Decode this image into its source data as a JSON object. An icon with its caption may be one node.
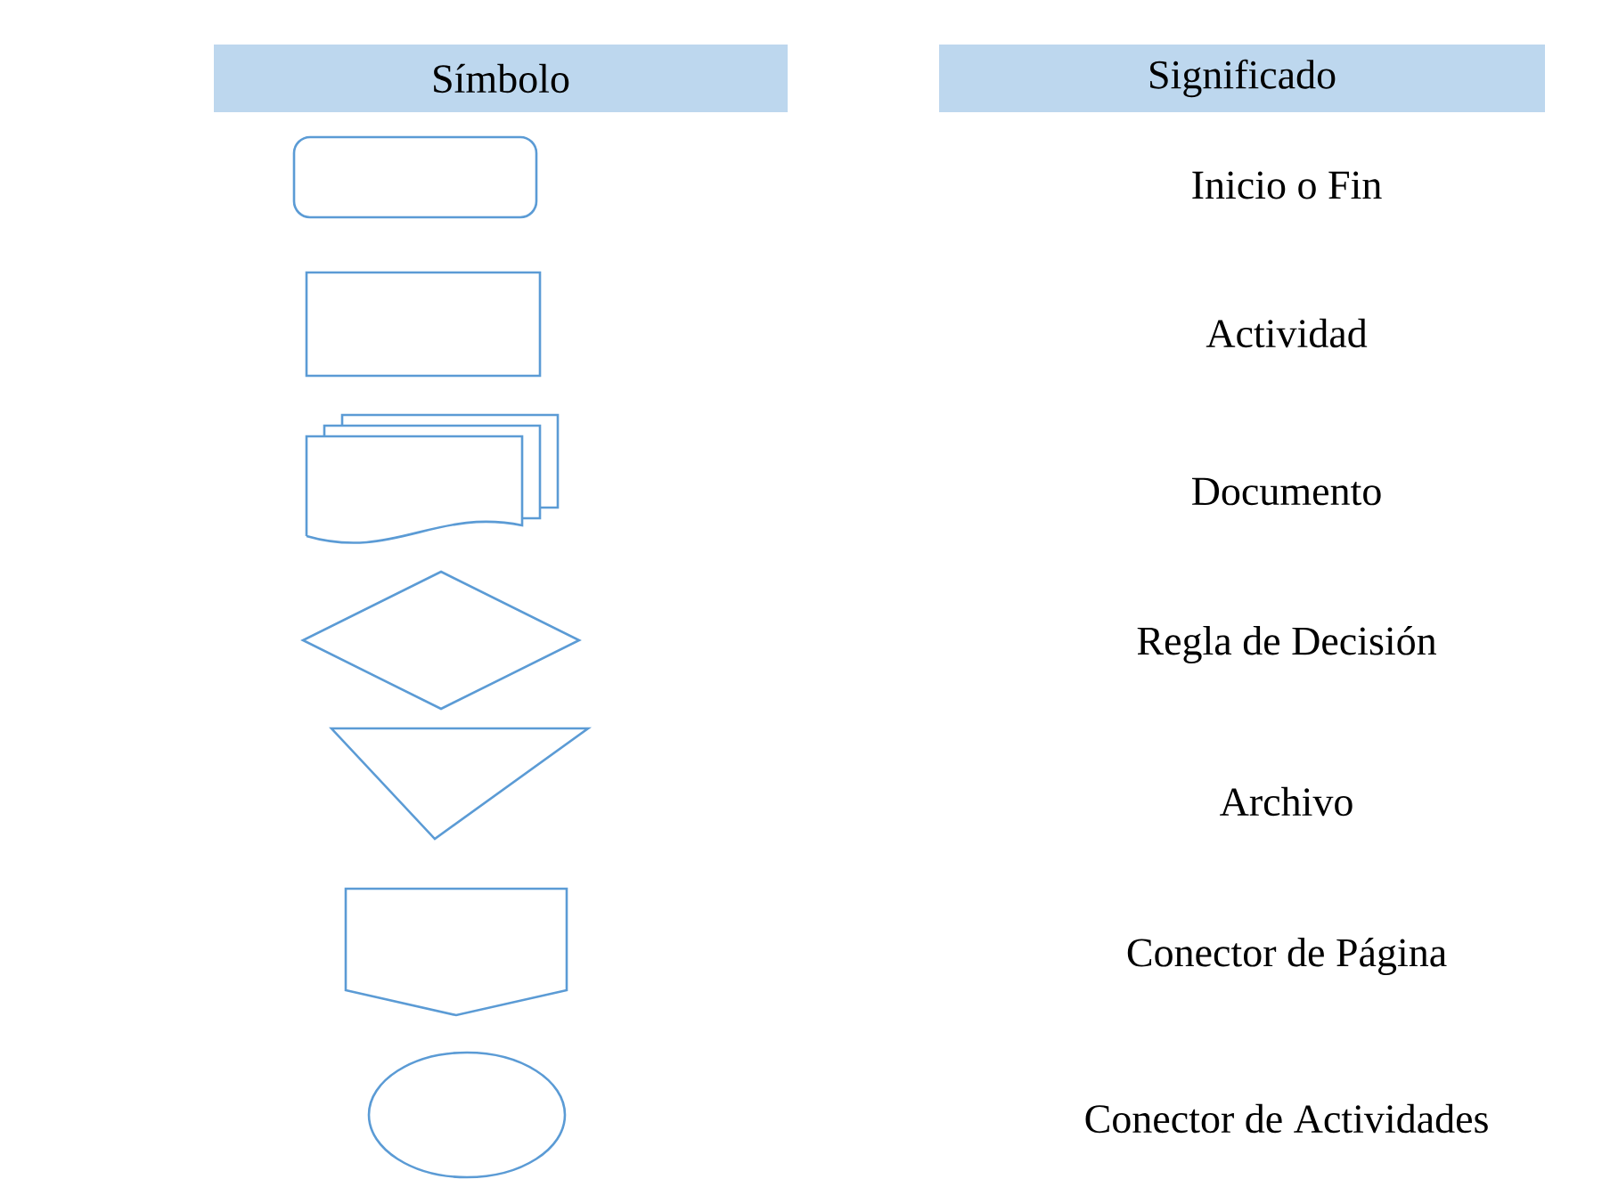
{
  "diagram": {
    "nodes": [
      {
        "text": [
          "Símbolo"
        ]
      },
      {
        "text": [
          "Significado"
        ]
      },
      {
        "text": [],
        "shape": "rounded-box"
      },
      {
        "text": [],
        "shape": "box"
      },
      {
        "text": [],
        "shape": "document"
      },
      {
        "text": [],
        "shape": "diamond"
      },
      {
        "text": [],
        "shape": "triangle"
      },
      {
        "text": [],
        "shape": "pentagon"
      },
      {
        "text": [],
        "shape": "circle"
      }
    ],
    "labels": [
      "Inicio o Fin",
      "Actividad",
      "Documento",
      "Regla de Decisión",
      "Archivo",
      "Conector de Página",
      "Conector de Actividades"
    ]
  }
}
